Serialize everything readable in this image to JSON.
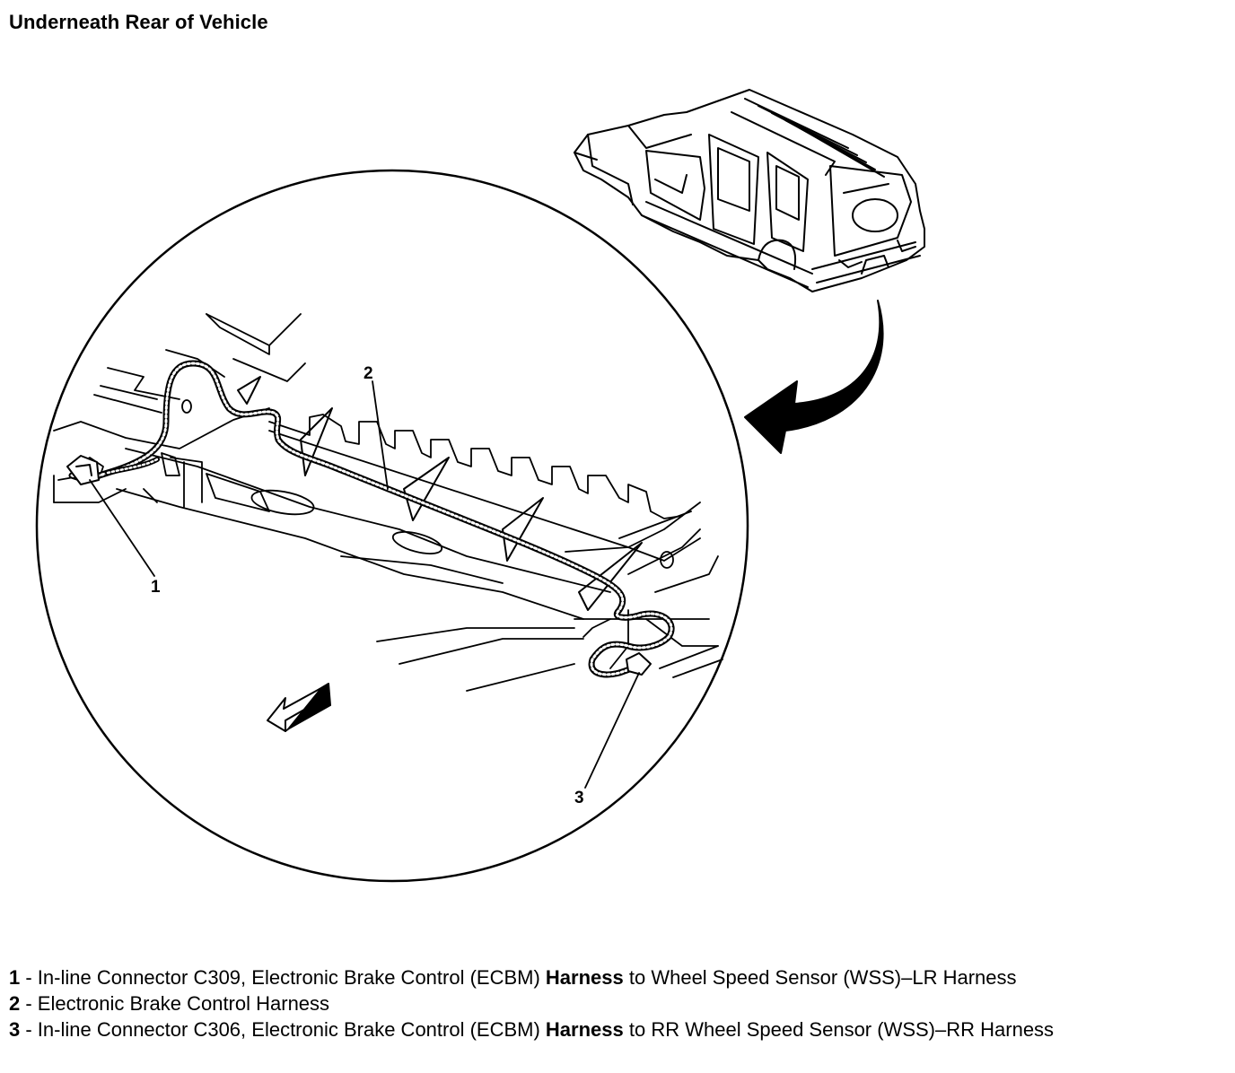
{
  "title": "Underneath Rear of Vehicle",
  "callouts": [
    "1",
    "2",
    "3"
  ],
  "legend": [
    {
      "num": "1",
      "parts": [
        {
          "text": " - In-line Connector C309, Electronic Brake Control (ECBM) ",
          "bold": false
        },
        {
          "text": "Harness",
          "bold": true
        },
        {
          "text": " to Wheel Speed Sensor (WSS)–LR Harness",
          "bold": false
        }
      ]
    },
    {
      "num": "2",
      "parts": [
        {
          "text": " - Electronic Brake Control Harness",
          "bold": false
        }
      ]
    },
    {
      "num": "3",
      "parts": [
        {
          "text": " - In-line Connector C306, Electronic Brake Control (ECBM) ",
          "bold": false
        },
        {
          "text": "Harness",
          "bold": true
        },
        {
          "text": " to RR Wheel Speed Sensor (WSS)–RR Harness",
          "bold": false
        }
      ]
    }
  ],
  "icons": [
    "vehicle-body-icon",
    "curved-arrow-icon",
    "forward-arrow-icon"
  ]
}
